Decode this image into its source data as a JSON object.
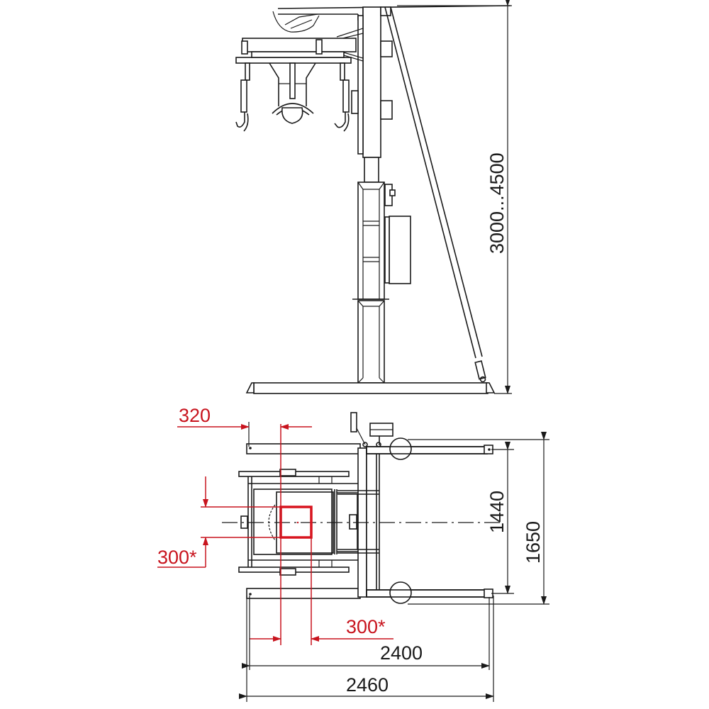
{
  "drawing": {
    "views": [
      "side-elevation",
      "plan-view"
    ],
    "colors": {
      "line": "#1a1a1a",
      "dimension_red": "#c8141e",
      "background": "#ffffff"
    }
  },
  "elevation": {
    "height_dimension": "3000...4500"
  },
  "plan": {
    "dimensions": {
      "offset_top": "320",
      "work_zone_vertical": "300*",
      "work_zone_horizontal": "300*",
      "inner_length": "2400",
      "overall_length": "2460",
      "inner_width": "1440",
      "overall_width": "1650"
    }
  }
}
